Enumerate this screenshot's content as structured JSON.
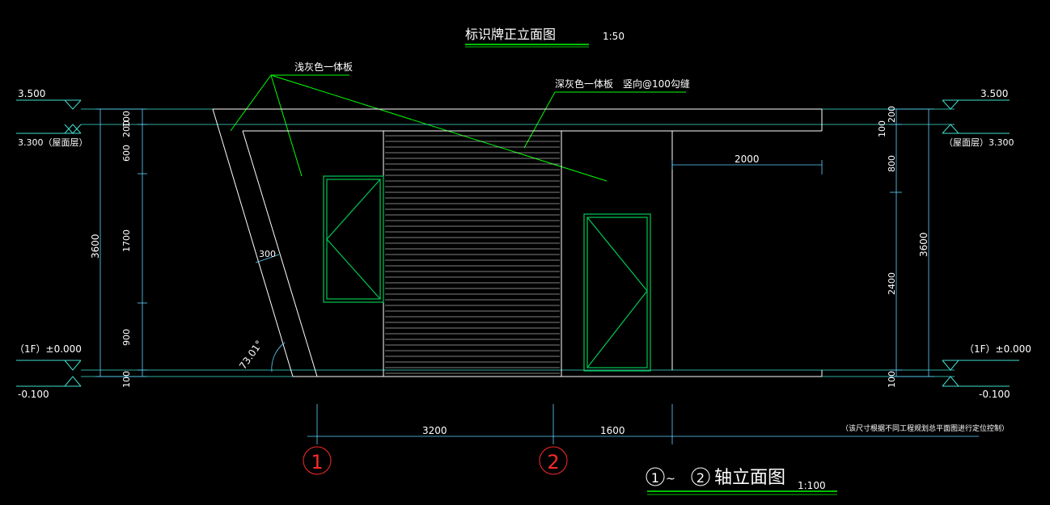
{
  "drawing": {
    "top_title": "标识牌正立面图",
    "top_scale": "1:50",
    "bottom_title_axis_1": "1",
    "bottom_title_tilde": "~",
    "bottom_title_axis_2": "2",
    "bottom_title_text": "轴立面图",
    "bottom_scale": "1:100"
  },
  "callouts": {
    "light_panel": "浅灰色一体板",
    "dark_panel": "深灰色一体板　竖向@100勾缝"
  },
  "levels": {
    "left_top": "3.500",
    "left_roof": "3.300（屋面层）",
    "left_ground": "（1F）±0.000",
    "left_bottom": "-0.100",
    "right_top": "3.500",
    "right_roof": "（屋面层）3.300",
    "right_ground": "（1F）±0.000",
    "right_bottom": "-0.100"
  },
  "dimensions": {
    "left": [
      "100",
      "200",
      "600",
      "1700",
      "900",
      "100"
    ],
    "left_total": "3600",
    "right": [
      "100",
      "200",
      "800",
      "2400",
      "100"
    ],
    "right_total": "3600",
    "horizontal_top": "2000",
    "horizontal_bottom": [
      "3200",
      "1600"
    ],
    "slant_width": "300",
    "angle": "73.01°"
  },
  "axes": [
    "1",
    "2"
  ],
  "note": "（该尺寸根据不同工程规划总平面图进行定位控制）",
  "colors": {
    "background": "#000000",
    "lines": "#ffffff",
    "callout": "#00ff00",
    "dimension": "#5fd3ff",
    "level_mark": "#40e0d0",
    "axis_circle": "#ff2a2a",
    "window": "#00c853"
  }
}
